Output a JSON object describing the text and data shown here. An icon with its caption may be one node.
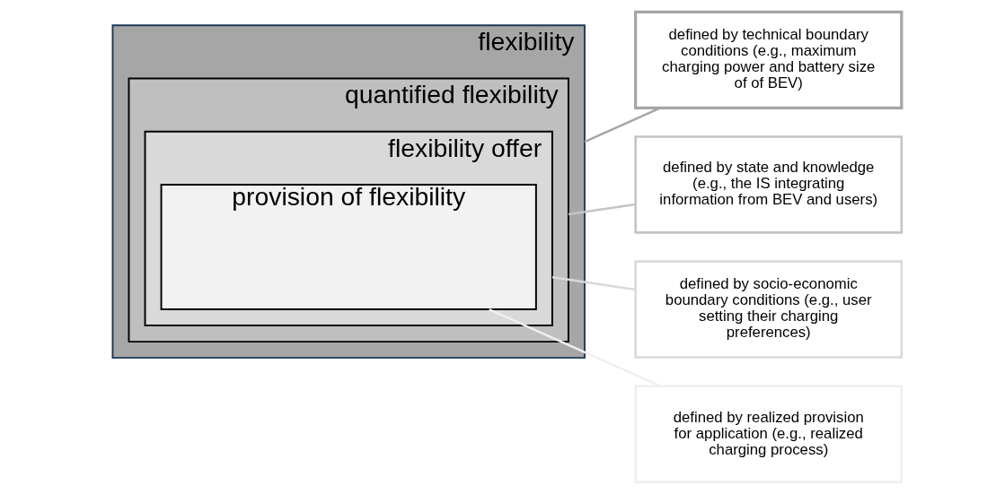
{
  "diagram": {
    "nodes": [
      {
        "text": [
          "flexibility"
        ]
      },
      {
        "text": [
          "quantified flexibility"
        ],
        "in": 0
      },
      {
        "text": [
          "flexibility offer"
        ],
        "in": 1
      },
      {
        "text": [
          "provision of flexibility"
        ],
        "in": 2
      },
      {
        "text": [
          "defined by technical boundary conditions (e.g., maximum charging power and battery size of of BEV)"
        ]
      },
      {
        "text": [
          "defined by state and knowledge (e.g., the IS integrating information from BEV and users)"
        ]
      },
      {
        "text": [
          "defined by socio-economic boundary conditions (e.g., user setting their charging preferences)"
        ]
      },
      {
        "text": [
          "defined by realized provision for application (e.g., realized charging process)"
        ]
      }
    ],
    "edges": [
      {
        "from": 4,
        "to": 0,
        "arrow": "none",
        "color": "#a6a6a6"
      },
      {
        "from": 5,
        "to": 1,
        "arrow": "none",
        "color": "#c4c4c4"
      },
      {
        "from": 6,
        "to": 2,
        "arrow": "none",
        "color": "#dadada"
      },
      {
        "from": 7,
        "to": 3,
        "arrow": "none",
        "color": "#efefef"
      }
    ]
  }
}
